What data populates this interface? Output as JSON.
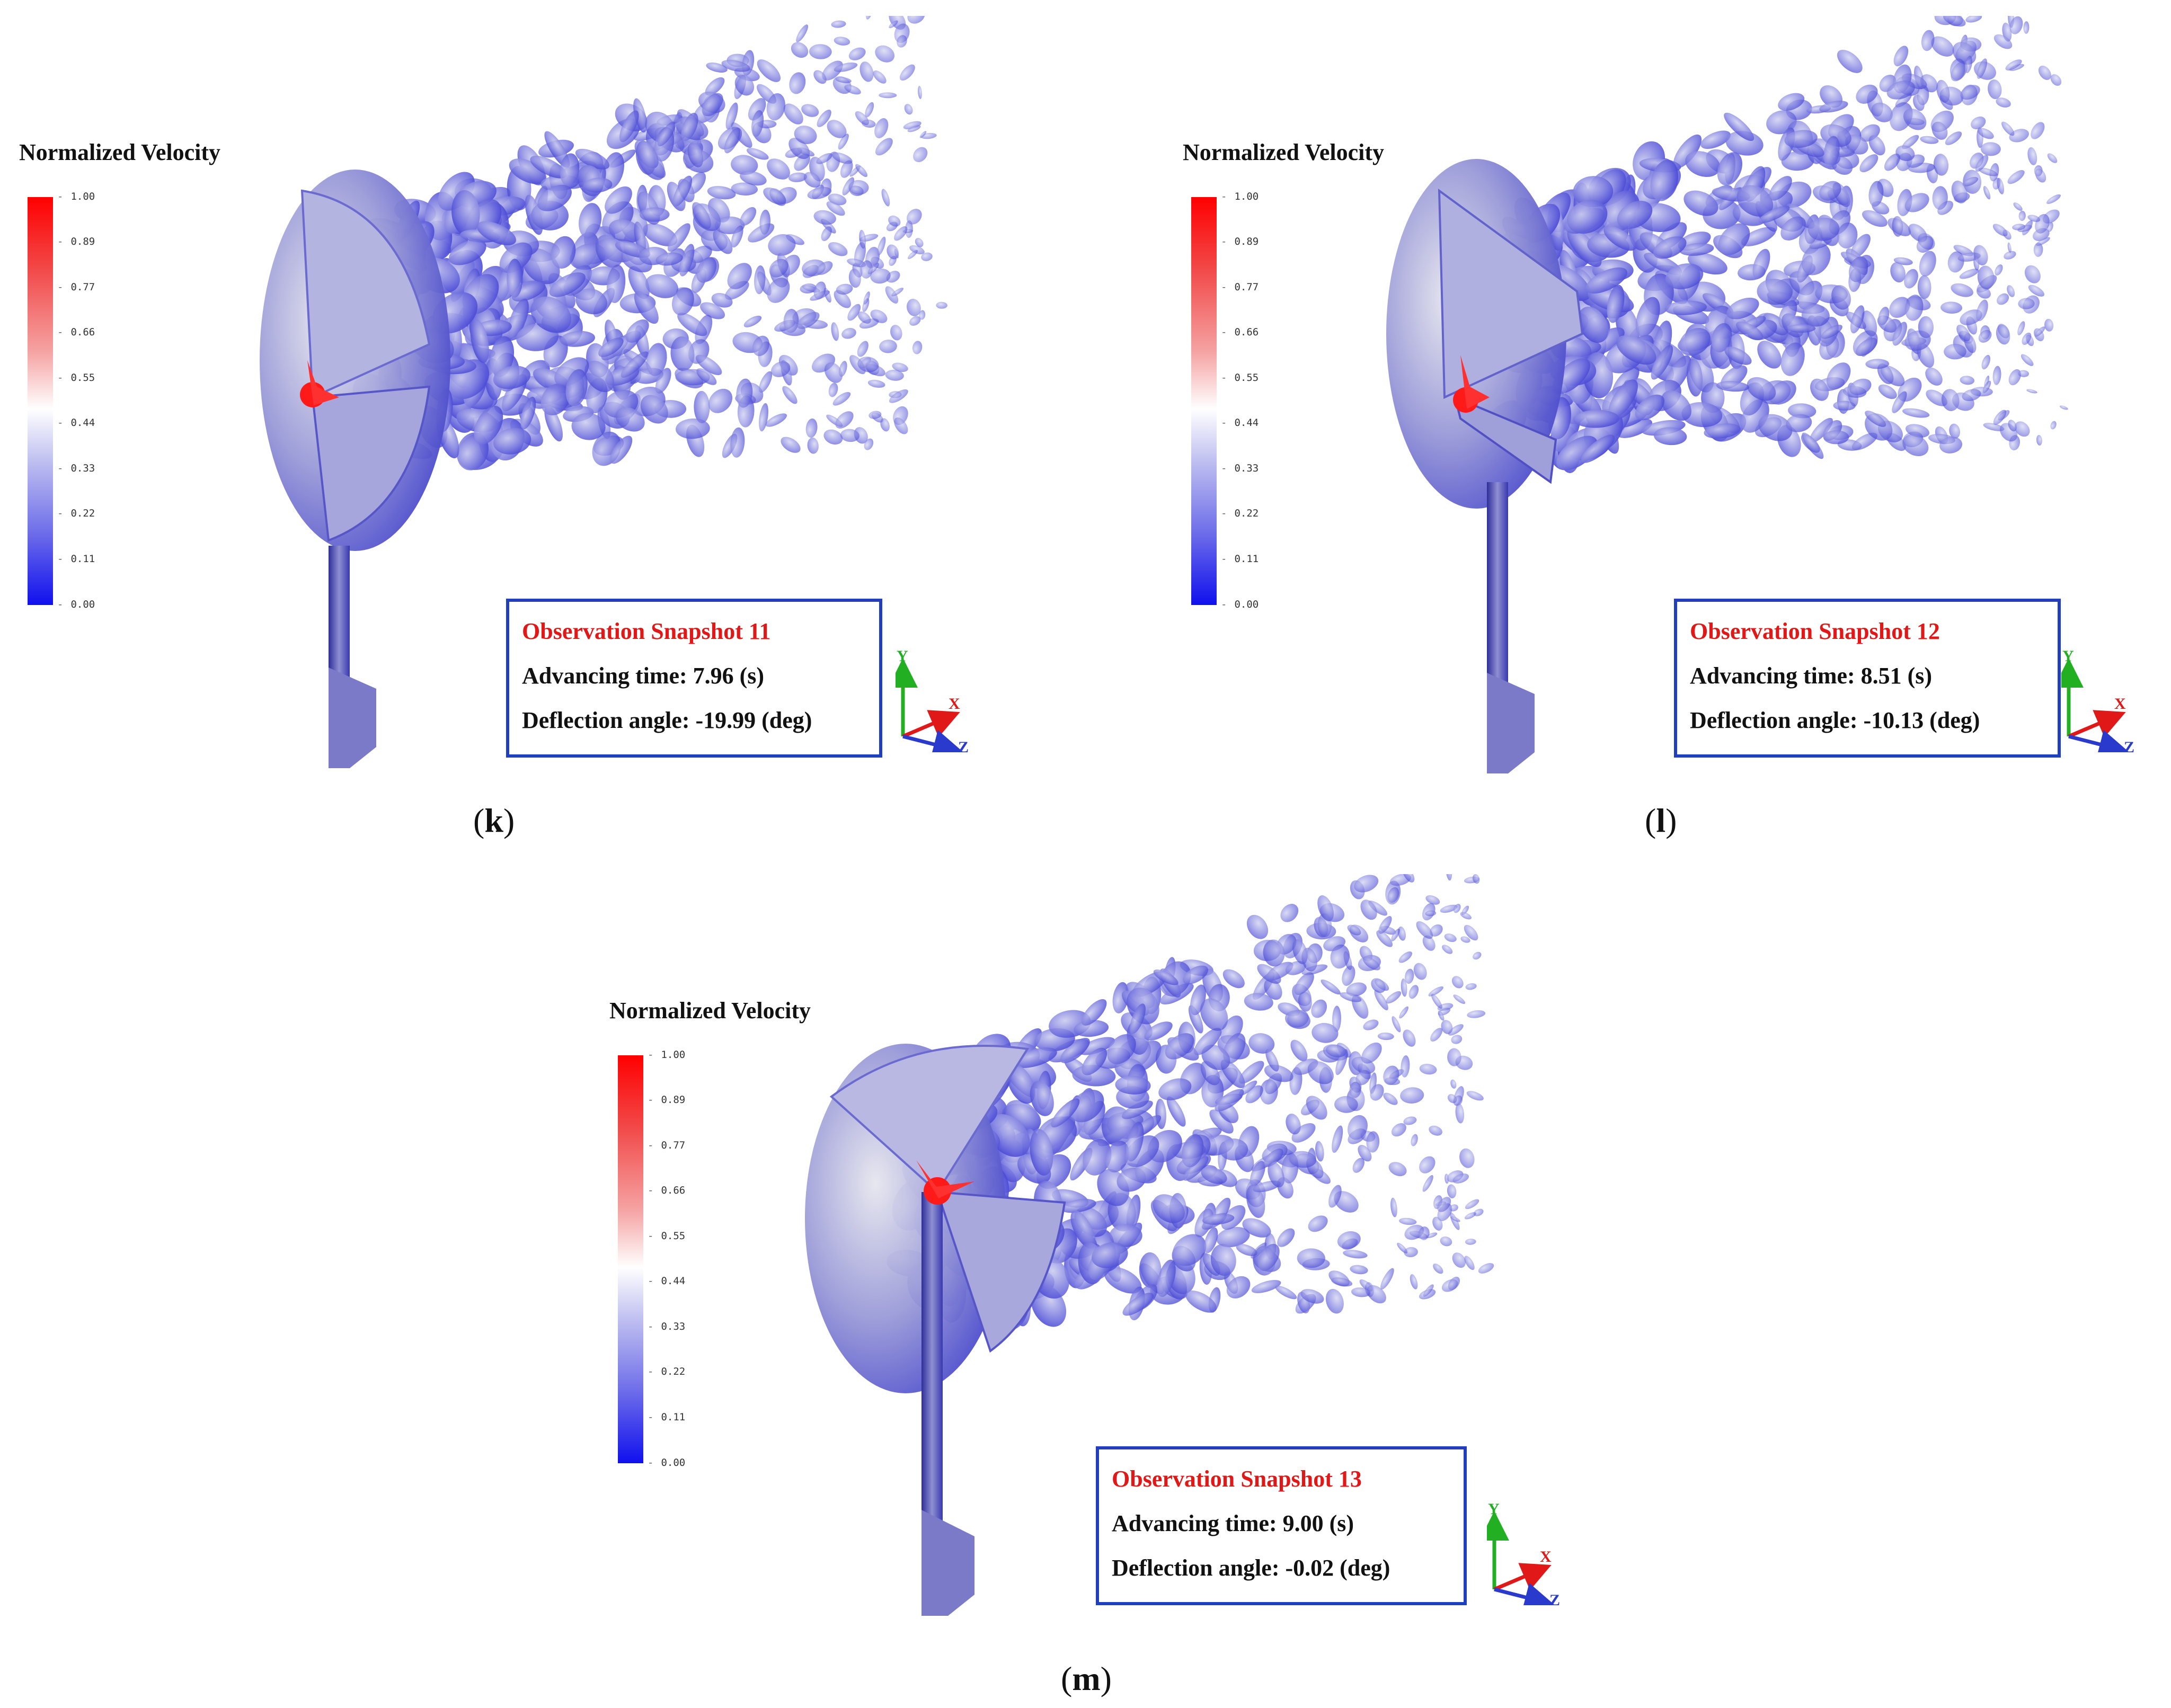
{
  "legend": {
    "title": "Normalized Velocity",
    "ticks": [
      "1.00",
      "0.89",
      "0.77",
      "0.66",
      "0.55",
      "0.44",
      "0.33",
      "0.22",
      "0.11",
      "0.00"
    ],
    "colors": {
      "max": "#ff0000",
      "mid": "#ffffff",
      "min": "#1010ee"
    }
  },
  "axes_labels": {
    "y": "Y",
    "x": "X",
    "z": "Z"
  },
  "panels": [
    {
      "caption_open": "(",
      "caption_letter": "k",
      "caption_close": ")",
      "title": "Observation Snapshot 11",
      "time": "Advancing time: 7.96 (s)",
      "angle": "Deflection angle: -19.99 (deg)"
    },
    {
      "caption_open": "(",
      "caption_letter": "l",
      "caption_close": ")",
      "title": "Observation Snapshot 12",
      "time": "Advancing time: 8.51 (s)",
      "angle": "Deflection angle: -10.13 (deg)"
    },
    {
      "caption_open": "(",
      "caption_letter": "m",
      "caption_close": ")",
      "title": "Observation Snapshot 13",
      "time": "Advancing time: 9.00 (s)",
      "angle": "Deflection angle: -0.02 (deg)"
    }
  ]
}
